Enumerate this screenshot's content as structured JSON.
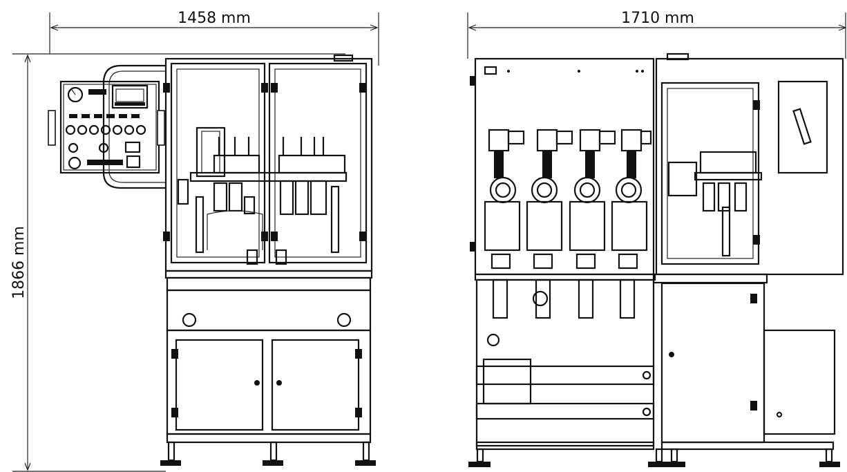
{
  "dimensions": {
    "front_width": "1458 mm",
    "side_width": "1710 mm",
    "height": "1866 mm"
  }
}
